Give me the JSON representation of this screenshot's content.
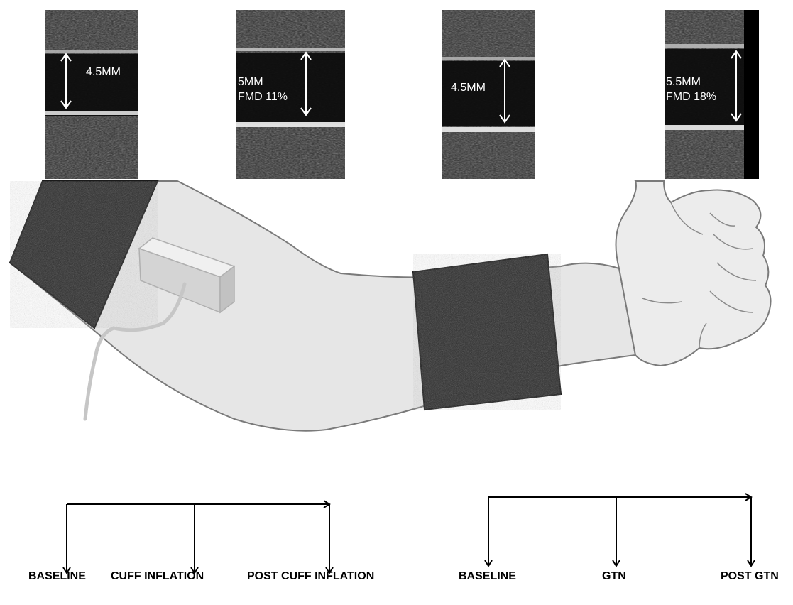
{
  "panels": [
    {
      "id": "p1",
      "measurement": "4.5MM",
      "fmd": ""
    },
    {
      "id": "p2",
      "measurement": "5MM",
      "fmd": "FMD 11%"
    },
    {
      "id": "p3",
      "measurement": "4.5MM",
      "fmd": ""
    },
    {
      "id": "p4",
      "measurement": "5.5MM",
      "fmd": "FMD 18%"
    }
  ],
  "timeline_left": {
    "labels": [
      "BASELINE",
      "CUFF INFLATION",
      "POST CUFF INFLATION"
    ]
  },
  "timeline_right": {
    "labels": [
      "BASELINE",
      "GTN",
      "POST GTN"
    ]
  },
  "colors": {
    "ultrasound_bg": "#1a1a1a",
    "arm_fill": "#e6e6e6",
    "arm_outline": "#7a7a7a",
    "cuff": "#2b2b2b",
    "probe": "#d4d4d4",
    "arrow": "#000000"
  },
  "icons": {
    "panel_arrow": "double-headed-vertical-arrow",
    "probe": "ultrasound-probe-icon",
    "hand": "hand-illustration"
  }
}
